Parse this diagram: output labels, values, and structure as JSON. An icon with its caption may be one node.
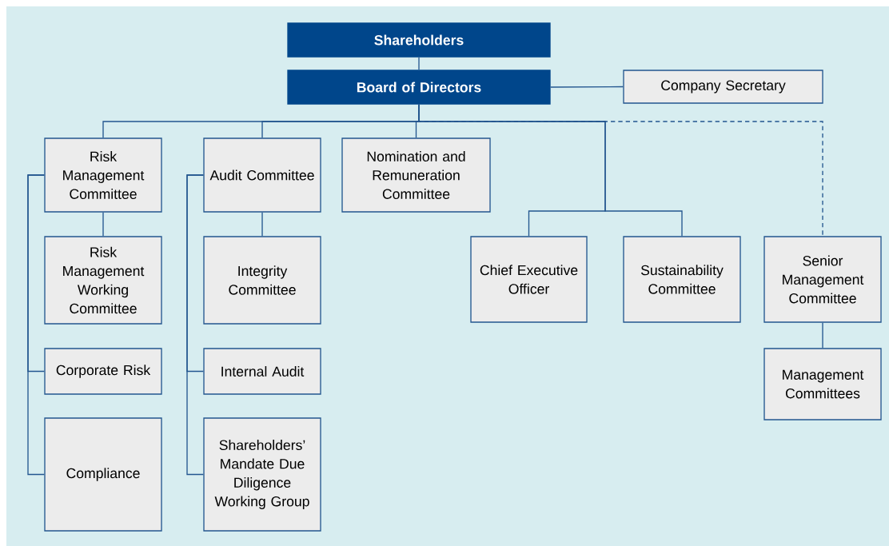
{
  "diagram": {
    "nodes": [
      {
        "text": [
          "Shareholders"
        ]
      },
      {
        "text": [
          "Board of Directors"
        ]
      },
      {
        "text": [
          "Company Secretary"
        ]
      },
      {
        "text": [
          "Risk Management Committee"
        ]
      },
      {
        "text": [
          "Risk Management Working Committee"
        ]
      },
      {
        "text": [
          "Corporate Risk"
        ]
      },
      {
        "text": [
          "Compliance"
        ]
      },
      {
        "text": [
          "Audit Committee"
        ]
      },
      {
        "text": [
          "Integrity Committee"
        ]
      },
      {
        "text": [
          "Internal Audit"
        ]
      },
      {
        "text": [
          "Shareholders’ Mandate Due Diligence Working Group"
        ]
      },
      {
        "text": [
          "Nomination and Remuneration Committee"
        ]
      },
      {
        "text": [
          "Chief Executive Officer"
        ]
      },
      {
        "text": [
          "Sustainability Committee"
        ]
      },
      {
        "text": [
          "Senior Management Committee"
        ]
      },
      {
        "text": [
          "Management Committees"
        ]
      }
    ],
    "edges": [
      {
        "from": 0,
        "to": 1,
        "arrow": "none"
      },
      {
        "from": 1,
        "to": 2,
        "arrow": "none"
      },
      {
        "from": 1,
        "to": 3,
        "arrow": "none"
      },
      {
        "from": 1,
        "to": 7,
        "arrow": "none"
      },
      {
        "from": 1,
        "to": 11,
        "arrow": "none"
      },
      {
        "from": 1,
        "to": 12,
        "arrow": "none"
      },
      {
        "from": 1,
        "to": 13,
        "arrow": "none"
      },
      {
        "from": 1,
        "to": 14,
        "arrow": "none",
        "style": "dashed"
      },
      {
        "from": 3,
        "to": 4,
        "arrow": "none"
      },
      {
        "from": 3,
        "to": 5,
        "arrow": "none"
      },
      {
        "from": 3,
        "to": 6,
        "arrow": "none"
      },
      {
        "from": 7,
        "to": 8,
        "arrow": "none"
      },
      {
        "from": 7,
        "to": 9,
        "arrow": "none"
      },
      {
        "from": 7,
        "to": 10,
        "arrow": "none"
      },
      {
        "from": 14,
        "to": 15,
        "arrow": "none"
      }
    ]
  }
}
